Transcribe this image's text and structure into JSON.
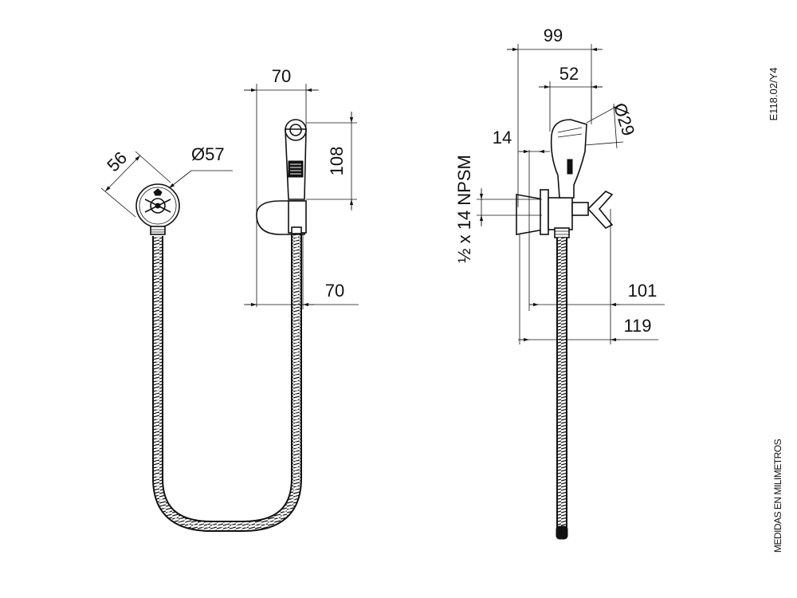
{
  "drawing": {
    "code": "E118.02/Y4",
    "units_note": "MEDIDAS EN MILIMETROS",
    "thread_spec": "½ x 14 NPSM",
    "front_view": {
      "dim_mount_depth": "56",
      "dim_rosette_diameter": "Ø57",
      "dim_handset_width_top": "70",
      "dim_handset_height": "108",
      "dim_handset_width_bottom": "70"
    },
    "side_view": {
      "dim_overall_top": "99",
      "dim_head_width": "52",
      "dim_nozzle_diameter": "Ø29",
      "dim_offset": "14",
      "dim_projection_a": "101",
      "dim_projection_b": "119"
    }
  }
}
